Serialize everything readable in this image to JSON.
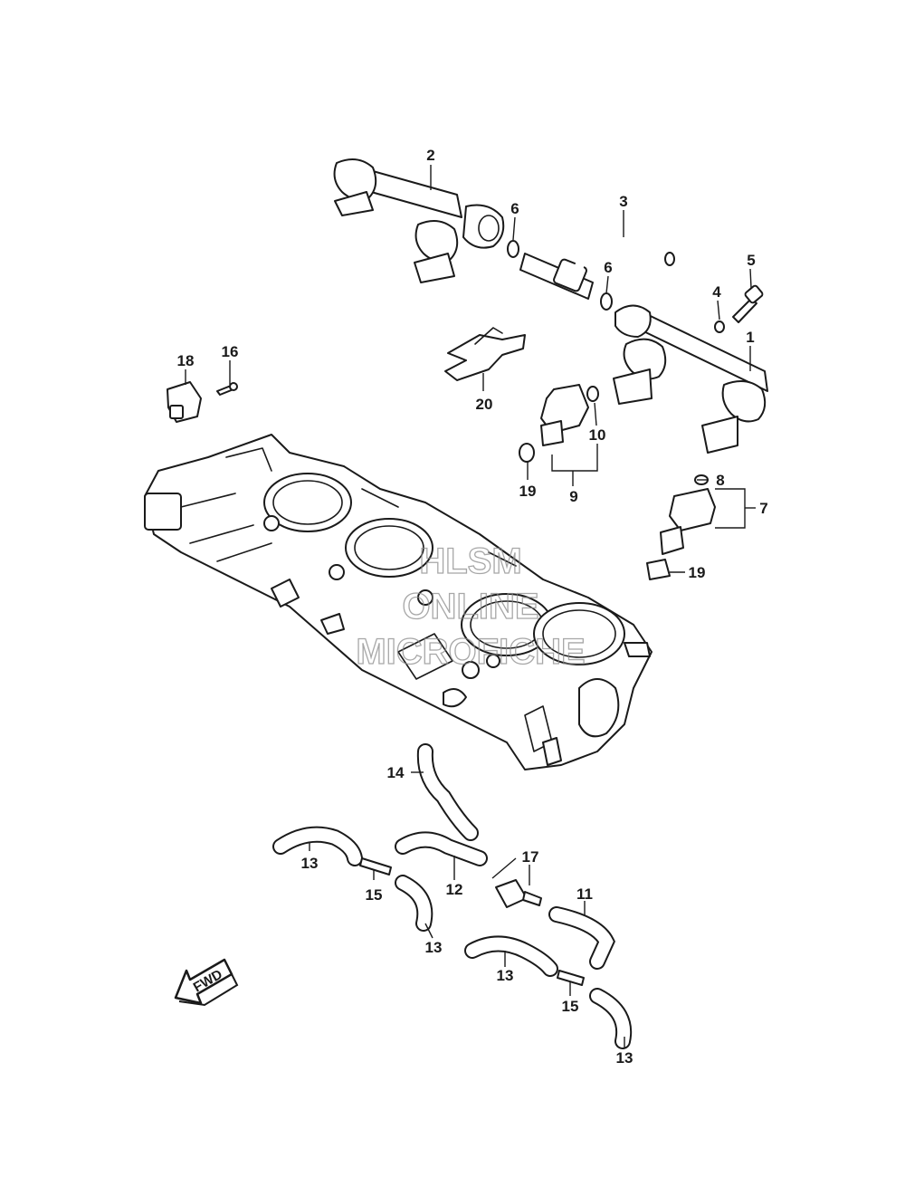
{
  "callouts": {
    "c1": "1",
    "c2": "2",
    "c3": "3",
    "c4": "4",
    "c5": "5",
    "c6a": "6",
    "c6b": "6",
    "c7": "7",
    "c8": "8",
    "c9": "9",
    "c10": "10",
    "c11": "11",
    "c12": "12",
    "c13a": "13",
    "c13b": "13",
    "c13c": "13",
    "c13d": "13",
    "c14": "14",
    "c15a": "15",
    "c15b": "15",
    "c16": "16",
    "c17": "17",
    "c18": "18",
    "c19a": "19",
    "c19b": "19",
    "c20": "20"
  },
  "watermark": {
    "line1": "HLSM",
    "line2": "ONLINE",
    "line3": "MICROFICHE"
  },
  "fwd_arrow": {
    "label": "FWD"
  }
}
